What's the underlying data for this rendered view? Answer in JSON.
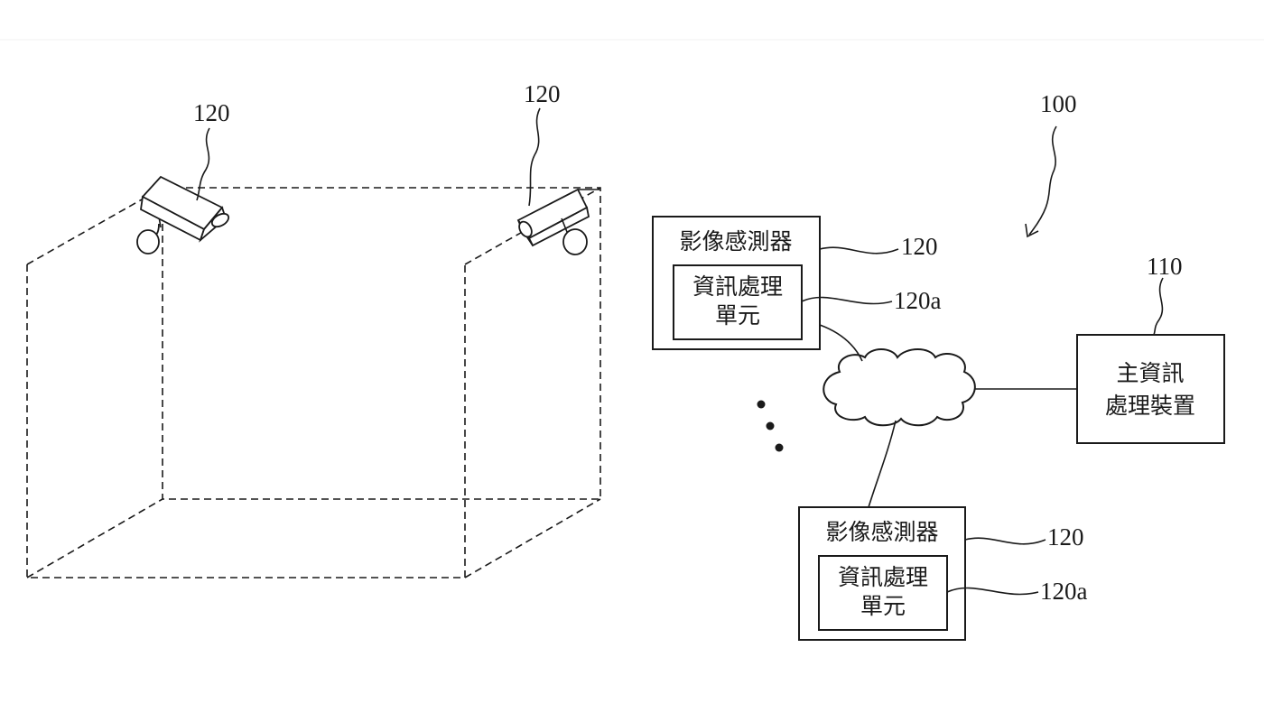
{
  "labels": {
    "system": "100",
    "host_ref": "110",
    "camera_left_ref": "120",
    "camera_right_ref": "120",
    "sensor_top_ref": "120",
    "unit_top_ref": "120a",
    "sensor_bottom_ref": "120",
    "unit_bottom_ref": "120a"
  },
  "sensor_top": {
    "title": "影像感測器",
    "unit_line1": "資訊處理",
    "unit_line2": "單元"
  },
  "sensor_bottom": {
    "title": "影像感測器",
    "unit_line1": "資訊處理",
    "unit_line2": "單元"
  },
  "host": {
    "line1": "主資訊",
    "line2": "處理裝置"
  }
}
